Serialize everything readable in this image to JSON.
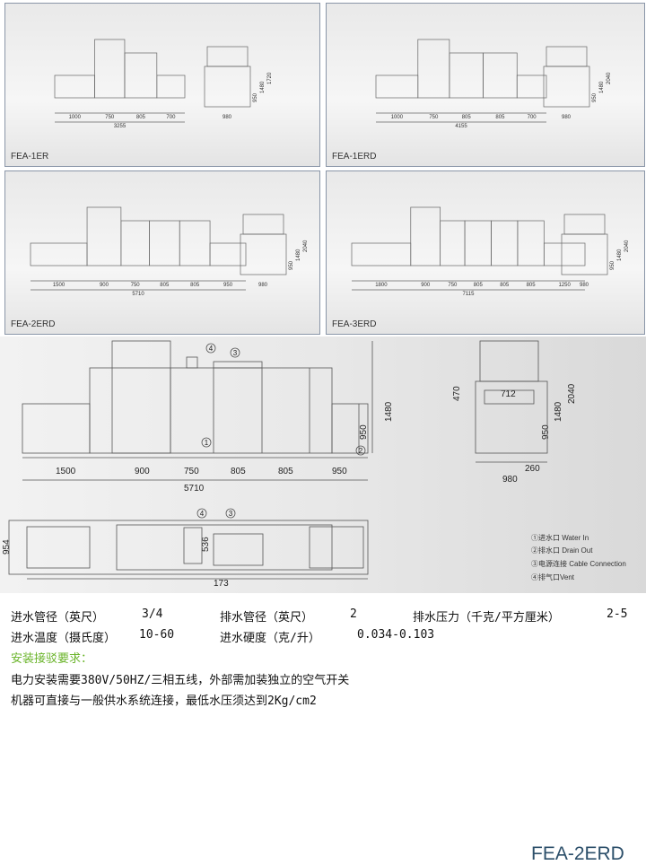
{
  "panels": [
    {
      "label": "FEA-1ER",
      "segments": [
        "1000",
        "750",
        "805",
        "700"
      ],
      "seg_mm": [
        1000,
        750,
        805,
        700
      ],
      "total": "3255",
      "heights": [
        "950",
        "1480",
        "1720"
      ],
      "width": "980"
    },
    {
      "label": "FEA-1ERD",
      "segments": [
        "1000",
        "750",
        "805",
        "805",
        "700"
      ],
      "seg_mm": [
        1000,
        750,
        805,
        805,
        700
      ],
      "total": "4155",
      "heights": [
        "950",
        "1480",
        "2040"
      ],
      "width": "980"
    },
    {
      "label": "FEA-2ERD",
      "segments": [
        "1500",
        "900",
        "750",
        "805",
        "805",
        "950"
      ],
      "seg_mm": [
        1500,
        900,
        750,
        805,
        805,
        950
      ],
      "total": "5710",
      "heights": [
        "950",
        "1480",
        "2040"
      ],
      "width": "980"
    },
    {
      "label": "FEA-3ERD",
      "segments": [
        "1800",
        "900",
        "750",
        "805",
        "805",
        "805",
        "1250"
      ],
      "seg_mm": [
        1800,
        900,
        750,
        805,
        805,
        805,
        1250
      ],
      "total": "7115",
      "heights": [
        "950",
        "1480",
        "2040"
      ],
      "width": "980"
    }
  ],
  "big": {
    "model": "FEA-2ERD",
    "front": {
      "segments": [
        "1500",
        "900",
        "750",
        "805",
        "805",
        "950"
      ],
      "total": "5710",
      "h1": "950",
      "h2": "1480"
    },
    "side": {
      "d470": "470",
      "d712": "712",
      "d2040": "2040",
      "d1480": "1480",
      "d950": "950",
      "d260": "260",
      "d980": "980"
    },
    "plan": {
      "d954": "954",
      "d536": "536",
      "d173": "173"
    },
    "callouts": [
      "1",
      "2",
      "3",
      "4"
    ],
    "legend": [
      "①进水口 Water In",
      "②排水口 Drain Out",
      "③电源连接 Cable Connection",
      "④排气口Vent"
    ]
  },
  "specs": {
    "inlet_pipe_label": "进水管径（英尺）",
    "inlet_pipe": "3/4",
    "drain_pipe_label": "排水管径（英尺）",
    "drain_pipe": "2",
    "drain_pressure_label": "排水压力（千克/平方厘米）",
    "drain_pressure": "2-5",
    "inlet_temp_label": "进水温度（摄氏度）",
    "inlet_temp": "10-60",
    "hardness_label": "进水硬度（克/升）",
    "hardness": "0.034-0.103",
    "install_title": "安装接驳要求：",
    "line1": "电力安装需要380V/50HZ/三相五线，外部需加装独立的空气开关",
    "line2": "机器可直接与一般供水系统连接，最低水压须达到2Kg/cm2"
  }
}
